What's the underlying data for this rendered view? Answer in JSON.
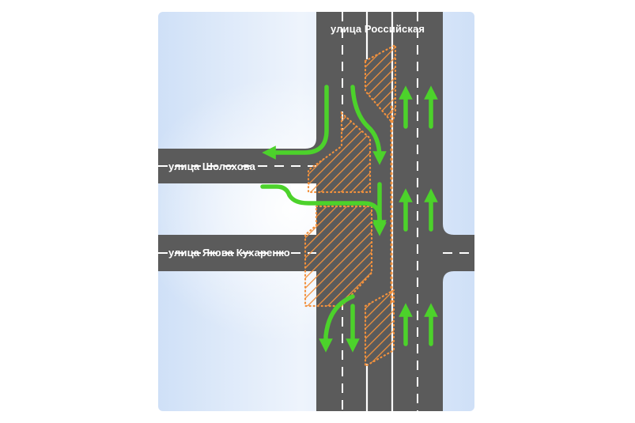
{
  "streets": {
    "main": "улица Российская",
    "upper_left": "улица Шолохова",
    "lower_left": "улица Якова Кухаренко"
  },
  "colors": {
    "background_light": "#EAF2FC",
    "background_blue": "#CFE0F7",
    "road": "#5B5B5B",
    "lane_marking": "#FFFFFF",
    "hatch": "#F2913D",
    "arrow": "#4CD22B"
  },
  "icons": [
    "arrow-up-icon",
    "arrow-down-icon",
    "arrow-left-icon",
    "arrow-right-turn-icon"
  ]
}
